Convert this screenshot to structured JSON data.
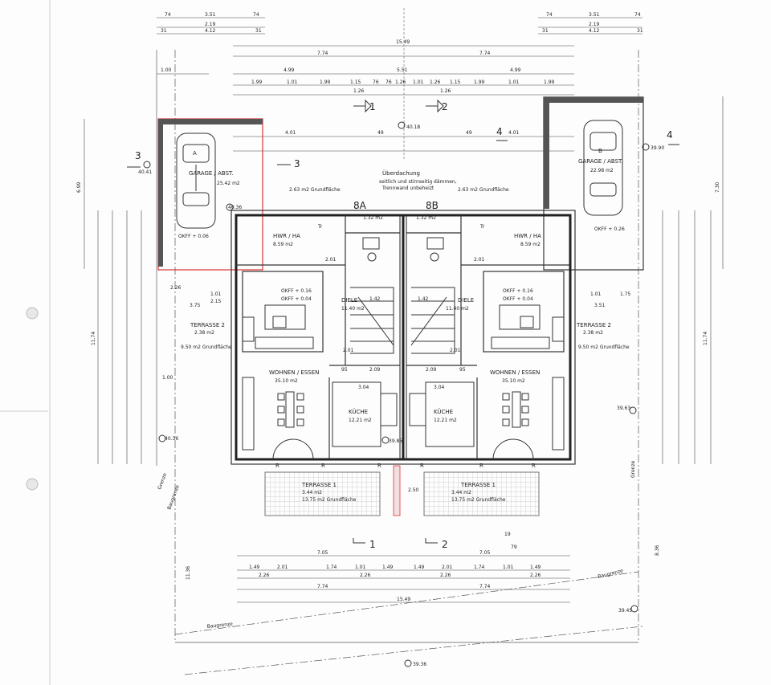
{
  "top_dims": {
    "row1": [
      "74",
      "3.51",
      "74",
      "74",
      "3.51",
      "74"
    ],
    "row2": [
      "2.19",
      "2.19"
    ],
    "row3": [
      "31",
      "4.12",
      "31",
      "31",
      "4.12",
      "31"
    ],
    "total": "15.49",
    "half": [
      "7.74",
      "7.74"
    ],
    "row4": [
      "4.99",
      "5.51",
      "4.99"
    ],
    "row5": [
      "1.99",
      "1.01",
      "1.99",
      "1.15",
      "76",
      "76",
      "1.26",
      "1.01",
      "1.26",
      "1.15",
      "1.99",
      "1.01",
      "1.99"
    ],
    "left_edge": "1.00",
    "row6": [
      "4.01",
      "49",
      "49",
      "4.01"
    ],
    "row7": [
      "1.26",
      "1.26"
    ]
  },
  "sections": {
    "s1_top": "1",
    "s2_top": "2",
    "s1_bottom": "1",
    "s2_bottom": "2",
    "s3_left": "3",
    "s3_right": "3",
    "s4_left": "4",
    "s4_right": "4"
  },
  "levels": {
    "top": "40.18",
    "left_garage": "40.41",
    "right_garage": "39.90",
    "left_a": "40.36",
    "right_a": "39.63",
    "bottom_center": "39.85",
    "bottom_right": "39.45",
    "bottom": "39.36"
  },
  "canopy": {
    "title": "Überdachung",
    "line1": "seitlich und stirnseitig dämmen,",
    "line2": "Trennwand unbeheizt",
    "left_area": "2.63 m2 Grundfläche",
    "right_area": "2.63 m2 Grundfläche"
  },
  "units": {
    "a_label": "8A",
    "b_label": "8B"
  },
  "rooms": {
    "garage_a_name": "GARAGE / ABST.",
    "garage_a_area": "25.42 m2",
    "garage_a_okff": "OKFF + 0.06",
    "garage_b_letter": "B",
    "garage_b_name": "GARAGE / ABST.",
    "garage_b_area": "22.98 m2",
    "garage_b_okff": "OKFF + 0.26",
    "a_hwr": "HWR / HA",
    "a_hwr_area": "8.59 m2",
    "b_hwr": "HWR / HA",
    "b_hwr_area": "8.59 m2",
    "a_wc": "1.32 m2",
    "b_wc": "1.32 m2",
    "a_diele": "DIELE",
    "a_diele_area": "11.40 m2",
    "b_diele": "DIELE",
    "b_diele_area": "11.40 m2",
    "a_okff1": "OKFF + 0.16",
    "a_okff2": "OKFF + 0.04",
    "b_okff1": "OKFF + 0.16",
    "b_okff2": "OKFF + 0.04",
    "a_terrasse2": "TERRASSE 2",
    "a_terrasse2_area": "2.38 m2",
    "a_terrasse2_ground": "9.50 m2 Grundfläche",
    "b_terrasse2": "TERRASSE 2",
    "b_terrasse2_area": "2.38 m2",
    "b_terrasse2_ground": "9.50 m2 Grundfläche",
    "a_wohnen": "WOHNEN / ESSEN",
    "a_wohnen_area": "35.10 m2",
    "b_wohnen": "WOHNEN / ESSEN",
    "b_wohnen_area": "35.10 m2",
    "a_kueche": "KÜCHE",
    "a_kueche_area": "12.21 m2",
    "b_kueche": "KÜCHE",
    "b_kueche_area": "12.21 m2",
    "a_terrasse1": "TERRASSE 1",
    "a_terrasse1_area": "3.44 m2",
    "a_terrasse1_ground": "13.75 m2 Grundfläche",
    "b_terrasse1": "TERRASSE 1",
    "b_terrasse1_area": "3.44 m2",
    "b_terrasse1_ground": "13.75 m2 Grundfläche"
  },
  "misc": {
    "a": "A",
    "b": "B",
    "r": "R",
    "tr": "Tr",
    "stair_a": "1.42",
    "stair_b": "1.42",
    "a_201": "2.01",
    "b_201": "2.01",
    "a_201b": "2.01",
    "b_201b": "2.01",
    "k_209_a": "2.09",
    "k_209_b": "2.09",
    "k_304_a": "3.04",
    "k_304_b": "3.04",
    "a_95": "95",
    "b_95": "95",
    "gap": "2.50"
  },
  "side_dims": {
    "left_top": "6.99",
    "left_mid": "11.74",
    "right_top": "7.30",
    "right_mid": "11.74",
    "left_bot": "11.36",
    "right_bot": "8.36",
    "left_101": "1.01",
    "right_101": "1.01",
    "left_215": "2.15",
    "right_175": "1.75",
    "left_375": "3.75",
    "right_351": "3.51",
    "left_226": "2.26",
    "left_100": "1.00"
  },
  "bottom_dims": {
    "row1": [
      "7.05",
      "7.05"
    ],
    "row2": [
      "1.49",
      "2.01",
      "1.74",
      "1.01",
      "1.49",
      "1.49",
      "2.01",
      "1.74",
      "1.01",
      "1.49"
    ],
    "row3": [
      "2.26",
      "2.26",
      "2.26",
      "2.26"
    ],
    "half": [
      "7.74",
      "7.74"
    ],
    "total": "15.49",
    "notes": [
      "19",
      "79"
    ]
  },
  "labels": {
    "grenze_left": "Grenze",
    "baugrenze_left": "Baugrenze",
    "grenze_right": "Grenze",
    "baugrenze_bottom": "Baugrenze",
    "baugrenze_right": "Baugrenze"
  }
}
